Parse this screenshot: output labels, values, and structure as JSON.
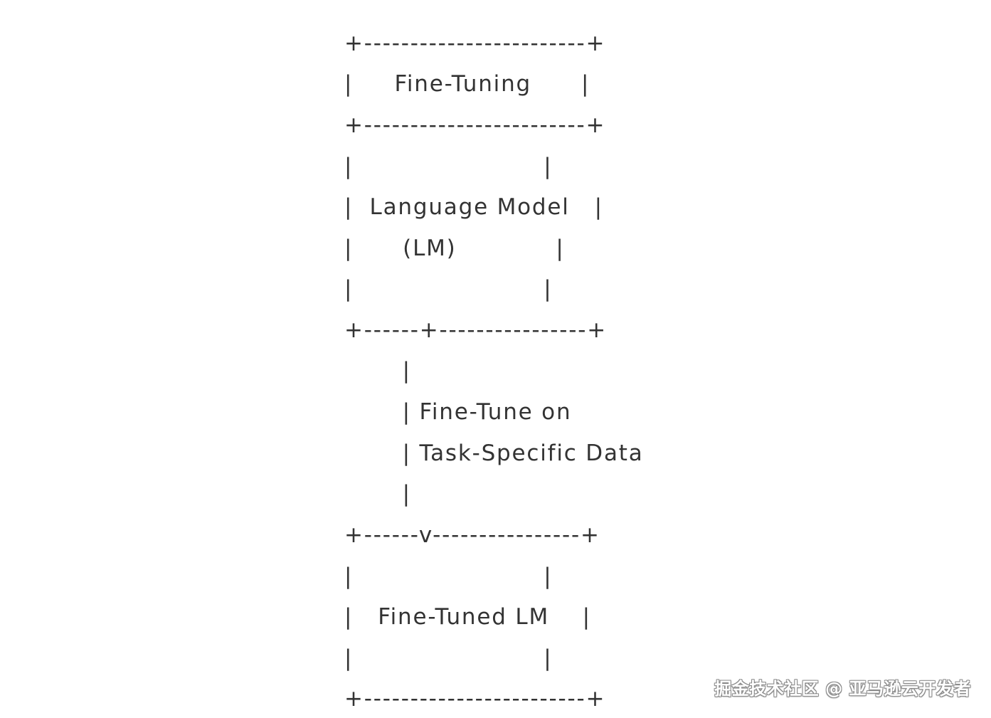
{
  "diagram": {
    "lines": [
      "+------------------------+",
      "|     Fine-Tuning      |",
      "+------------------------+",
      "|                       |",
      "|  Language Model   |",
      "|      (LM)            |",
      "|                       |",
      "+------+----------------+",
      "       |",
      "       | Fine-Tune on",
      "       | Task-Specific Data",
      "       |",
      "+------v----------------+",
      "|                       |",
      "|   Fine-Tuned LM    |",
      "|                       |",
      "+------------------------+"
    ]
  },
  "watermark": {
    "text": "掘金技术社区 @ 亚马逊云开发者"
  }
}
